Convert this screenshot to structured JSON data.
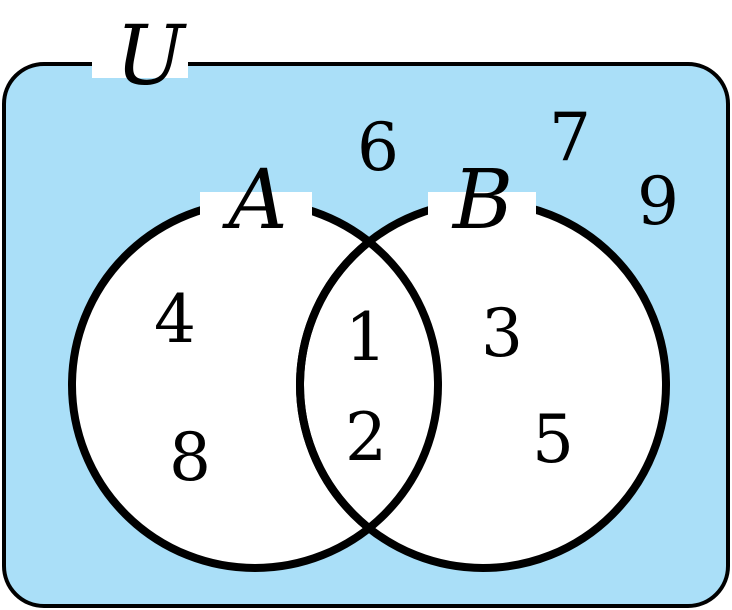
{
  "diagram": {
    "universe": {
      "label": "U",
      "elements": [
        "6",
        "7",
        "9"
      ],
      "fill": "#aadff8"
    },
    "set_a": {
      "label": "A",
      "only_elements": [
        "4",
        "8"
      ]
    },
    "set_b": {
      "label": "B",
      "only_elements": [
        "3",
        "5"
      ]
    },
    "intersection": {
      "elements": [
        "1",
        "2"
      ]
    },
    "circle_fill": "#ffffff",
    "outline_color": "#000000"
  }
}
